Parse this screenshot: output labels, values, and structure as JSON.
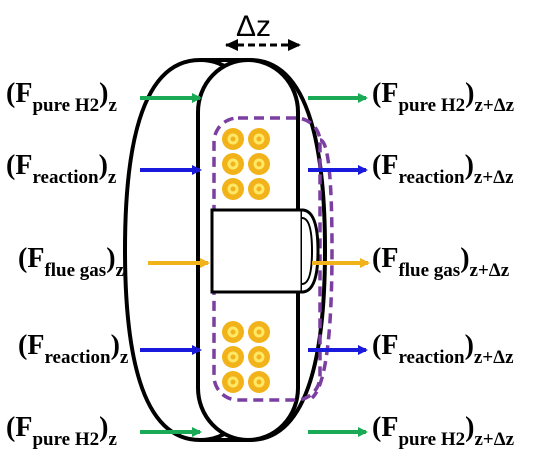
{
  "title_delta": "Δz",
  "flux_labels": {
    "pure_h2": {
      "main": "(F",
      "sub": "pure H2",
      "close": ")"
    },
    "reaction": {
      "main": "(F",
      "sub": "reaction",
      "close": ")"
    },
    "flue_gas": {
      "main": "(F",
      "sub": "flue gas",
      "close": ")"
    }
  },
  "positions": {
    "in_sub": "z",
    "out_sub": "z+Δz"
  },
  "rows": [
    {
      "key": "pure_h2",
      "color": "#1aaa55"
    },
    {
      "key": "reaction",
      "color": "#1a1adc"
    },
    {
      "key": "flue_gas",
      "color": "#f2b21a"
    },
    {
      "key": "reaction",
      "color": "#1a1adc"
    },
    {
      "key": "pure_h2",
      "color": "#1aaa55"
    }
  ],
  "colors": {
    "dashed_boundary": "#7a3fa0",
    "particle_outer": "#f2b21a",
    "particle_inner": "#ffe866",
    "outline": "#000000"
  },
  "icons": [
    "double-arrow-icon",
    "particle-icon"
  ]
}
